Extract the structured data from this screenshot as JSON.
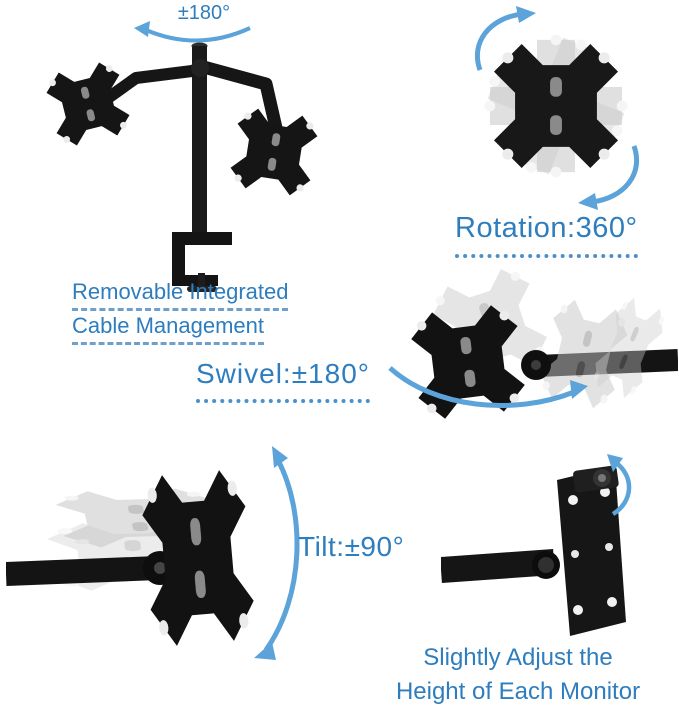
{
  "page": {
    "background": "#ffffff",
    "description": "Dual monitor desk mount feature infographic"
  },
  "colors": {
    "text_blue": "#2e7dbe",
    "arrow_blue": "#5ba3d9",
    "underline_blue": "#4a90cf",
    "product_black": "#161616",
    "ghost_gray": "#c6c6c6"
  },
  "features": {
    "pole_rotation": {
      "label": "±180°"
    },
    "plate_rotation": {
      "label": "Rotation:360°"
    },
    "cable_management": {
      "line1": "Removable Integrated",
      "line2": "Cable Management"
    },
    "swivel": {
      "label": "Swivel:±180°"
    },
    "tilt": {
      "label": "Tilt:±90°"
    },
    "height_adjust": {
      "line1": "Slightly Adjust the",
      "line2": "Height of Each Monitor"
    }
  },
  "illustrations": [
    {
      "name": "dual-monitor-desk-mount",
      "elements": [
        "pole",
        "dual-arms",
        "vesa-plates",
        "c-clamp",
        "rotation-arc-arrow"
      ]
    },
    {
      "name": "vesa-plate-rotation-360",
      "elements": [
        "vesa-plate",
        "ghost-plates",
        "curved-arrows"
      ]
    },
    {
      "name": "vesa-plate-swivel",
      "elements": [
        "vesa-plate",
        "ghost-plates",
        "mount-arm",
        "swoosh-arrow"
      ]
    },
    {
      "name": "vesa-plate-tilt",
      "elements": [
        "vesa-plate",
        "ghost-plates",
        "mount-arm",
        "tilt-arc-arrow"
      ]
    },
    {
      "name": "monitor-mount-height-adjust",
      "elements": [
        "mount-arm",
        "vesa-bracket",
        "tension-screw",
        "adjust-arrow"
      ]
    }
  ]
}
